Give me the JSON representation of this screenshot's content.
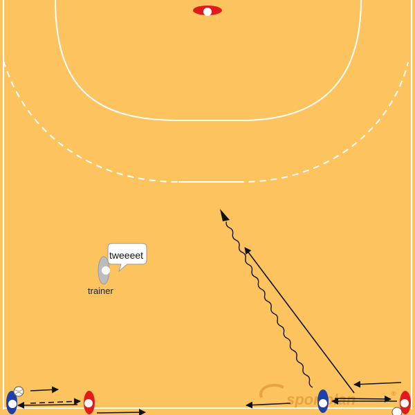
{
  "diagram": {
    "trainer_label": "trainer",
    "speech_bubble": "tweeeet",
    "watermark": "sportplan",
    "watermark_mark": "®"
  },
  "colors": {
    "court": "#fcc35f",
    "lines": "#ffffff",
    "team_red": "#e01b1b",
    "team_blue": "#1f3fa8",
    "trainer": "#bdbdbd",
    "arrow": "#111111"
  }
}
